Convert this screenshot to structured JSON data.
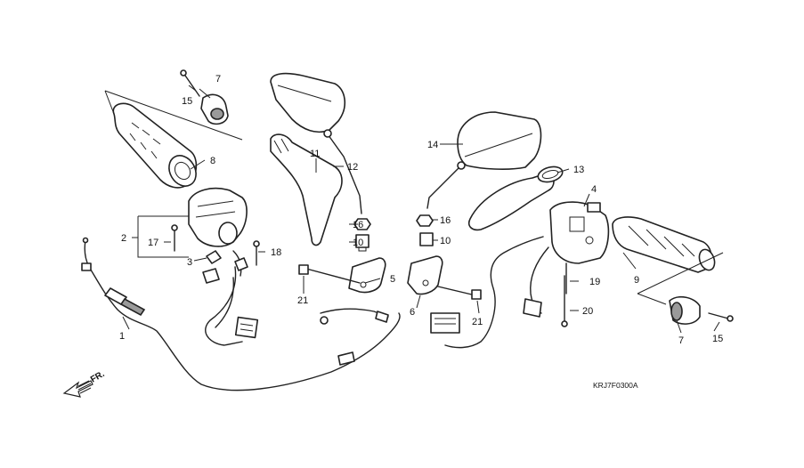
{
  "diagram_code": "KRJ7F0300A",
  "direction_label": "FR.",
  "callouts": {
    "c1": "1",
    "c2": "2",
    "c3": "3",
    "c4": "4",
    "c5": "5",
    "c6": "6",
    "c7_top": "7",
    "c7_bottom": "7",
    "c8": "8",
    "c9": "9",
    "c10_left": "10",
    "c10_right": "10",
    "c11": "11",
    "c12": "12",
    "c13": "13",
    "c14": "14",
    "c15_top": "15",
    "c15_bottom": "15",
    "c16_left": "16",
    "c16_right": "16",
    "c17": "17",
    "c18": "18",
    "c19": "19",
    "c20": "20",
    "c21_left": "21",
    "c21_right": "21"
  }
}
